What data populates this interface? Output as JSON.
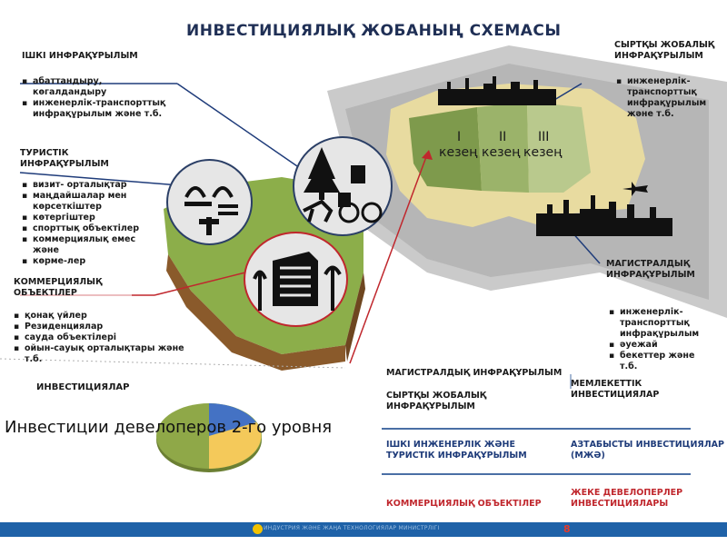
{
  "title": "ИНВЕСТИЦИЯЛЫҚ ЖОБАНЫҢ СХЕМАСЫ",
  "internal": {
    "header": "ІШКІ ИНФРАҚҰРЫЛЫМ",
    "items": [
      "абаттандыру, көгалдандыру",
      "инженерлік-транспорттық инфрақұрылым және т.б."
    ]
  },
  "tourist": {
    "header": "ТУРИСТІК ИНФРАҚҰРЫЛЫМ",
    "items": [
      "визит- орталықтар",
      "маңдайшалар мен көрсеткіштер",
      "көтергіштер",
      "спорттық объектілер",
      "коммерциялық емес және",
      "көрме-лер"
    ]
  },
  "commercial": {
    "header": "КОММЕРЦИЯЛЫҚ ОБЪЕКТІЛЕР",
    "items": [
      "қонақ үйлер",
      "Резиденциялар",
      "сауда объектілері",
      "ойын-сауық орталықтары және т.б."
    ]
  },
  "external": {
    "header": "СЫРТҚЫ ЖОБАЛЫҚ ИНФРАҚҰРЫЛЫМ",
    "items": [
      "инженерлік-транспорттық инфрақұрылым және т.б."
    ]
  },
  "trunk": {
    "header": "МАГИСТРАЛДЫҚ ИНФРАҚҰРЫЛЫМ",
    "items": [
      "инженерлік-транспорттық инфрақұрылым",
      "әуежай",
      "бекеттер және т.б."
    ]
  },
  "stages": {
    "numbers": [
      "I",
      "II",
      "III"
    ],
    "labels": [
      "кезең",
      "кезең",
      "кезең"
    ]
  },
  "investments": {
    "header": "ИНВЕСТИЦИЯЛАР",
    "pie_caption": "Инвестиции девелоперов 2-го уровня",
    "pie_colors": [
      "#4472c4",
      "#f4c95a",
      "#8fa848"
    ]
  },
  "legend": {
    "trunk_label": "МАГИСТРАЛДЫҚ ИНФРАҚҰРЫЛЫМ",
    "state_label": "МЕМЛЕКЕТТІК ИНВЕСТИЦИЯЛАР",
    "external_label": "СЫРТҚЫ ЖОБАЛЫҚ ИНФРАҚҰРЫЛЫМ",
    "internal_tourist_label": "ІШКІ ИНЖЕНЕРЛІК ЖӘНЕ ТУРИСТІК ИНФРАҚҰРЫЛЫМ",
    "base_label": "АЗТАБЫСТЫ ИНВЕСТИЦИЯЛАР (МЖӘ)",
    "private_label": "ЖЕКЕ ДЕВЕЛОПЕРЛЕР ИНВЕСТИЦИЯЛАРЫ",
    "commercial_label": "КОММЕРЦИЯЛЫҚ ОБЪЕКТІЛЕР"
  },
  "footer": {
    "text": "ИНДУСТРИЯ ЖӘНЕ ЖАҢА ТЕХНОЛОГИЯЛАР МИНИСТРЛІГІ",
    "page": "8"
  }
}
